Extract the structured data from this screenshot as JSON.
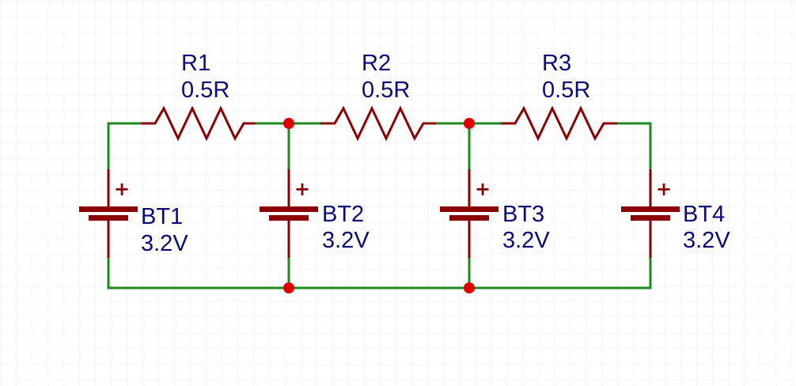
{
  "schematic": {
    "resistors": [
      {
        "ref": "R1",
        "value": "0.5R"
      },
      {
        "ref": "R2",
        "value": "0.5R"
      },
      {
        "ref": "R3",
        "value": "0.5R"
      }
    ],
    "batteries": [
      {
        "ref": "BT1",
        "value": "3.2V",
        "polarity": "+"
      },
      {
        "ref": "BT2",
        "value": "3.2V",
        "polarity": "+"
      },
      {
        "ref": "BT3",
        "value": "3.2V",
        "polarity": "+"
      },
      {
        "ref": "BT4",
        "value": "3.2V",
        "polarity": "+"
      }
    ],
    "colors": {
      "wire": "#1e8a1e",
      "component": "#8b0000",
      "junction": "#e00000",
      "label": "#0a0a78",
      "grid": "#ececec",
      "background": "#ffffff"
    }
  }
}
